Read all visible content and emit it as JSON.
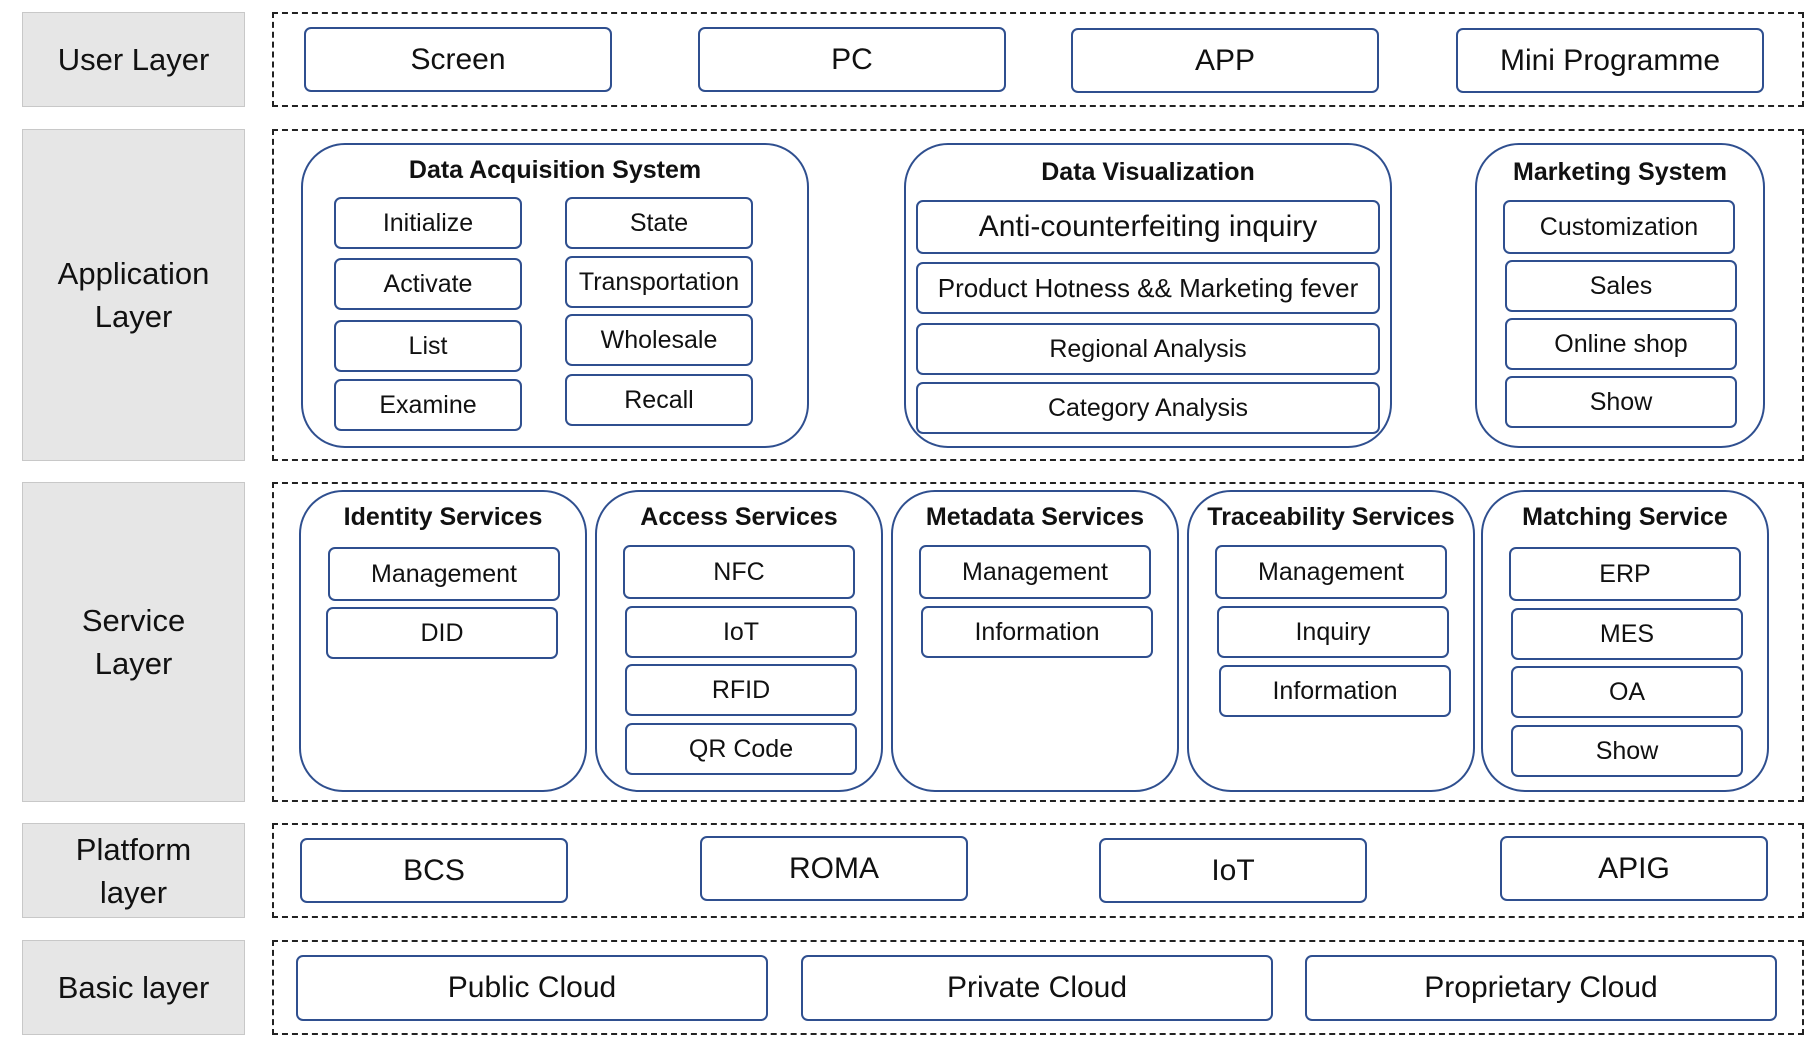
{
  "colors": {
    "box_border": "#2f4f8f",
    "label_bg": "#e6e6e6",
    "dash": "#222222"
  },
  "user_layer": {
    "label": "User Layer",
    "items": [
      "Screen",
      "PC",
      "APP",
      "Mini Programme"
    ]
  },
  "application_layer": {
    "label_line1": "Application",
    "label_line2": "Layer",
    "data_acquisition": {
      "title": "Data Acquisition System",
      "left": [
        "Initialize",
        "Activate",
        "List",
        "Examine"
      ],
      "right": [
        "State",
        "Transportation",
        "Wholesale",
        "Recall"
      ]
    },
    "data_visualization": {
      "title": "Data Visualization",
      "items": [
        "Anti-counterfeiting inquiry",
        "Product Hotness && Marketing fever",
        "Regional Analysis",
        "Category Analysis"
      ]
    },
    "marketing": {
      "title": "Marketing System",
      "items": [
        "Customization",
        "Sales",
        "Online shop",
        "Show"
      ]
    }
  },
  "service_layer": {
    "label_line1": "Service",
    "label_line2": "Layer",
    "identity": {
      "title": "Identity Services",
      "items": [
        "Management",
        "DID"
      ]
    },
    "access": {
      "title": "Access Services",
      "items": [
        "NFC",
        "IoT",
        "RFID",
        "QR Code"
      ]
    },
    "metadata": {
      "title": "Metadata Services",
      "items": [
        "Management",
        "Information"
      ]
    },
    "traceability": {
      "title": "Traceability Services",
      "items": [
        "Management",
        "Inquiry",
        "Information"
      ]
    },
    "matching": {
      "title": "Matching Service",
      "items": [
        "ERP",
        "MES",
        "OA",
        "Show"
      ]
    }
  },
  "platform_layer": {
    "label_line1": "Platform",
    "label_line2": "layer",
    "items": [
      "BCS",
      "ROMA",
      "IoT",
      "APIG"
    ]
  },
  "basic_layer": {
    "label": "Basic layer",
    "items": [
      "Public Cloud",
      "Private Cloud",
      "Proprietary Cloud"
    ]
  }
}
